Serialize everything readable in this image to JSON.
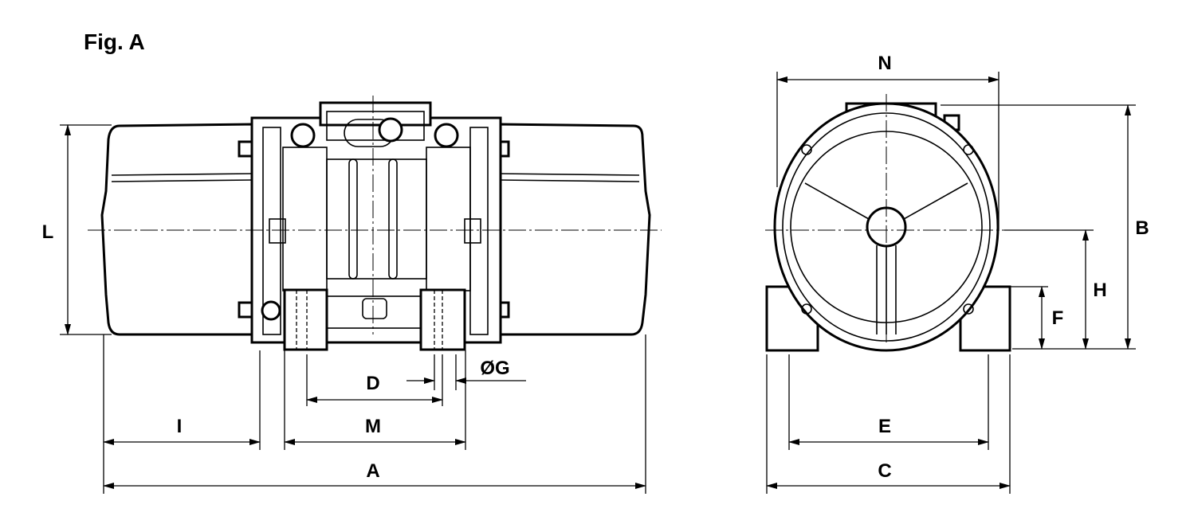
{
  "figure_title": "Fig. A",
  "dimensions": {
    "L": "L",
    "I": "I",
    "M": "M",
    "A": "A",
    "D": "D",
    "G": "ØG",
    "N": "N",
    "B": "B",
    "H": "H",
    "F": "F",
    "E": "E",
    "C": "C"
  },
  "colors": {
    "line": "#000000",
    "background": "#ffffff"
  }
}
